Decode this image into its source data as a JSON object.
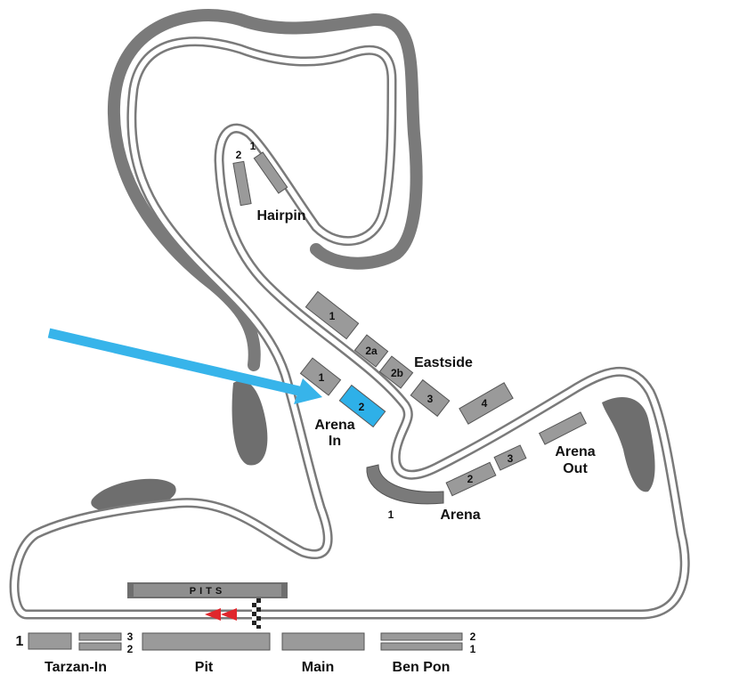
{
  "pits_label": "PITS",
  "colors": {
    "track": "#7a7a7a",
    "grandstand": "#9a9a9a",
    "highlight_stand": "#2eb0e8",
    "arrow": "#37b4ea",
    "pit_arrow": "#e0262c"
  },
  "areas": {
    "hairpin": {
      "name": "Hairpin",
      "stand1": "1",
      "stand2": "2"
    },
    "eastside": {
      "name": "Eastside",
      "s1": "1",
      "s2a": "2a",
      "s2b": "2b",
      "s3": "3",
      "s4": "4"
    },
    "arena_in": {
      "name_line1": "Arena",
      "name_line2": "In",
      "s1": "1",
      "s2": "2"
    },
    "arena": {
      "name": "Arena",
      "s1": "1",
      "s2": "2",
      "s3": "3"
    },
    "arena_out": {
      "name_line1": "Arena",
      "name_line2": "Out"
    },
    "tarzan_in": {
      "name": "Tarzan-In",
      "s1": "1",
      "s2": "2",
      "s3": "3"
    },
    "pit": {
      "name": "Pit"
    },
    "main": {
      "name": "Main"
    },
    "ben_pon": {
      "name": "Ben Pon",
      "s1": "1",
      "s2": "2"
    }
  }
}
